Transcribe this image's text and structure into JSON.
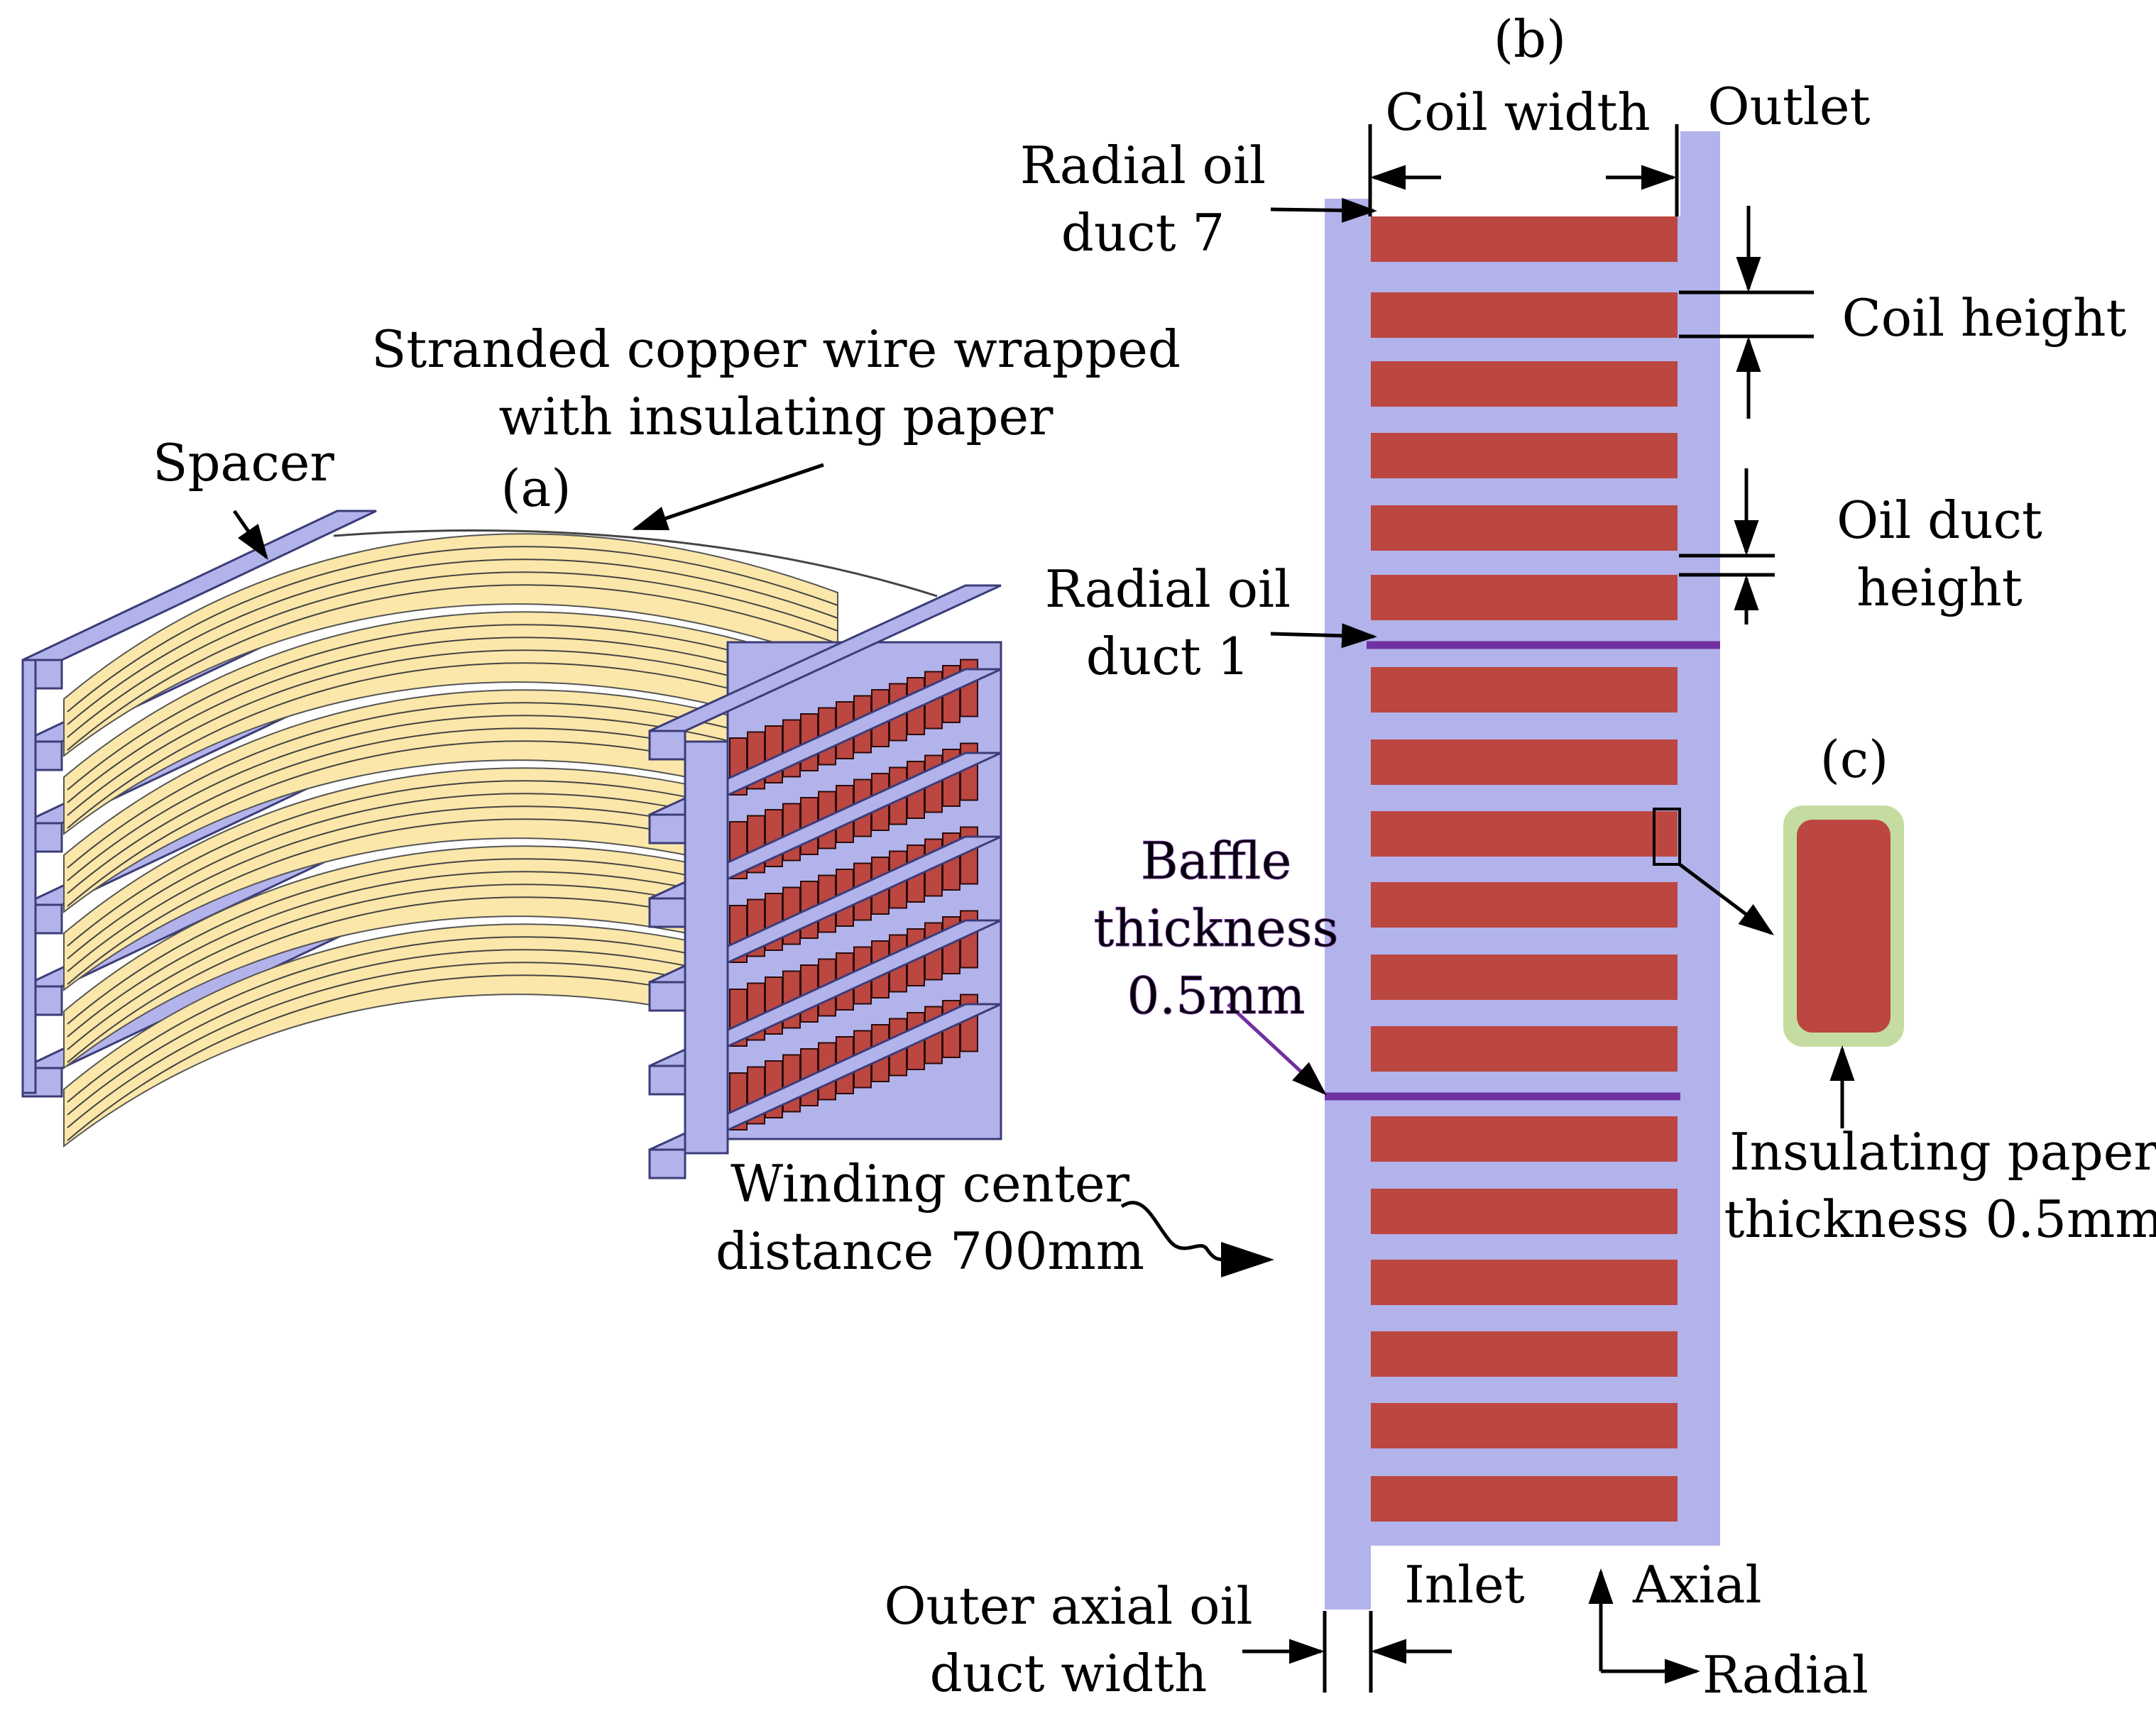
{
  "panels": {
    "a": "(a)",
    "b": "(b)",
    "c": "(c)"
  },
  "labels": {
    "spacer": "Spacer",
    "stranded_line1": "Stranded copper wire wrapped",
    "stranded_line2": "with insulating paper",
    "coil_width": "Coil width",
    "outlet": "Outlet",
    "radial_duct7_line1": "Radial oil",
    "radial_duct7_line2": "duct 7",
    "coil_height": "Coil height",
    "oil_duct_line1": "Oil duct",
    "oil_duct_line2": "height",
    "radial_duct1_line1": "Radial oil",
    "radial_duct1_line2": "duct 1",
    "baffle_line1": "Baffle",
    "baffle_line2": "thickness",
    "baffle_line3": "0.5mm",
    "winding_line1": "Winding center",
    "winding_line2": "distance 700mm",
    "insul_line1": "Insulating paper",
    "insul_line2": "thickness 0.5mm",
    "outer_duct_line1": "Outer axial oil",
    "outer_duct_line2": "duct width",
    "inlet": "Inlet",
    "axial": "Axial",
    "radial": "Radial"
  },
  "colors": {
    "oil": "#b3b3eb",
    "coil": "#bc4640",
    "paper": "#fbe7a9",
    "insulation": "#c5dca0",
    "baffle": "#7030a0",
    "spacer": "#b3b3eb"
  }
}
